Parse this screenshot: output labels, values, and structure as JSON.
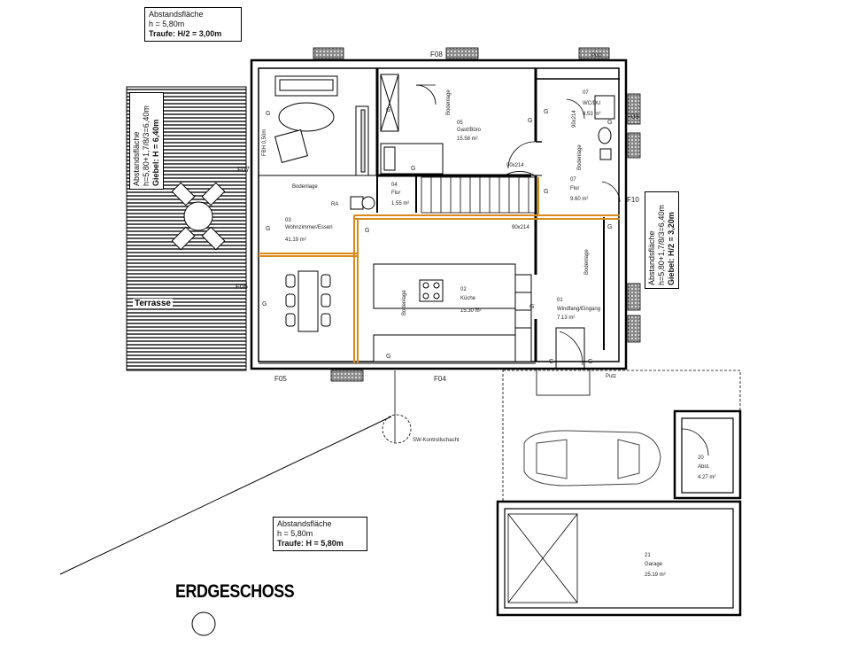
{
  "title": "ERDGESCHOSS",
  "abstand_top": {
    "heading": "Abstandsfläche",
    "line1": "h  =  5,80m",
    "line2": "Traufe: H/2 = 3,00m"
  },
  "abstand_bottom": {
    "heading": "Abstandsfläche",
    "line1": "h  =  5,80m",
    "line2": "Traufe: H = 5,80m"
  },
  "abstand_left": {
    "heading": "Abstandsfläche",
    "line1": "h=5,80+1,7/8/3=6,40m",
    "line2": "Giebel: H = 6,40m"
  },
  "abstand_right": {
    "heading": "Abstandsfläche",
    "line1": "h=5,80+1,7/8/3=6,40m",
    "line2": "Giebel: H/2 = 3,20m"
  },
  "terrace": "Terrasse",
  "rooms": [
    {
      "num": "03",
      "name": "Wohnzimmer/Essen",
      "area": "41.19 m²"
    },
    {
      "num": "05",
      "name": "Gast/Büro",
      "area": "15.58 m²"
    },
    {
      "num": "07",
      "name": "WC/DU",
      "area": "4.53 m²"
    },
    {
      "num": "07",
      "name": "Flur",
      "area": "9.60 m²"
    },
    {
      "num": "04",
      "name": "Flur",
      "area": "1.55 m²"
    },
    {
      "num": "02",
      "name": "Küche",
      "area": "15.30 m²"
    },
    {
      "num": "01",
      "name": "Windfang/Eingang",
      "area": "7.13 m²"
    },
    {
      "num": "20",
      "name": "Abst.",
      "area": "4.27 m²"
    },
    {
      "num": "21",
      "name": "Garage",
      "area": "25.19 m²"
    }
  ],
  "windows": [
    "F08",
    "F07",
    "F06",
    "F05",
    "F04",
    "F10",
    "F09"
  ],
  "doors": [
    "90x214",
    "90x214",
    "90x214"
  ],
  "notes": {
    "bodenlage": "Bodenlage",
    "putz": "Putz",
    "sw": "SW-Kontrollschacht",
    "ra": "RA",
    "fenster": "FBH 0,50m"
  },
  "fixture_mark": "G"
}
